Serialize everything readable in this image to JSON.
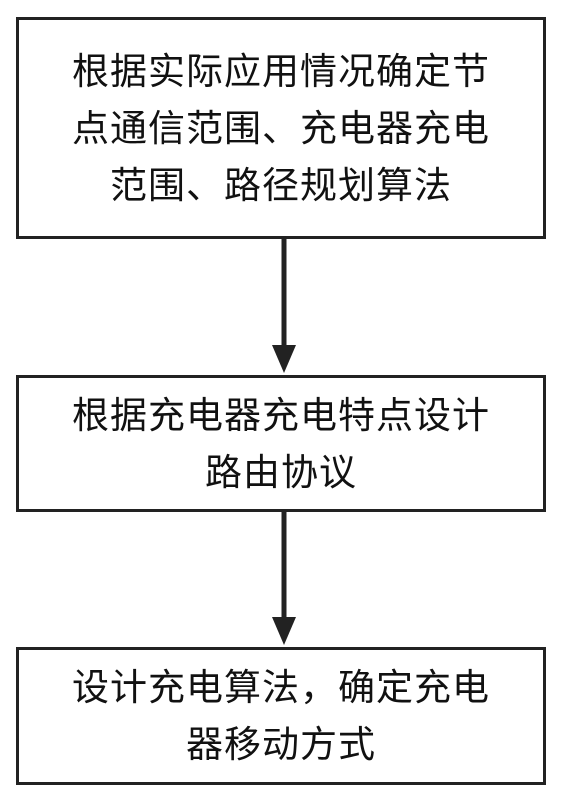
{
  "flowchart": {
    "steps": [
      {
        "lines": [
          "根据实际应用情况确定节",
          "点通信范围、充电器充电",
          "范围、路径规划算法"
        ]
      },
      {
        "lines": [
          "根据充电器充电特点设计",
          "路由协议"
        ]
      },
      {
        "lines": [
          "设计充电算法，确定充电",
          "器移动方式"
        ]
      }
    ]
  },
  "colors": {
    "border": "#222222",
    "arrow": "#222222",
    "background": "#ffffff"
  }
}
